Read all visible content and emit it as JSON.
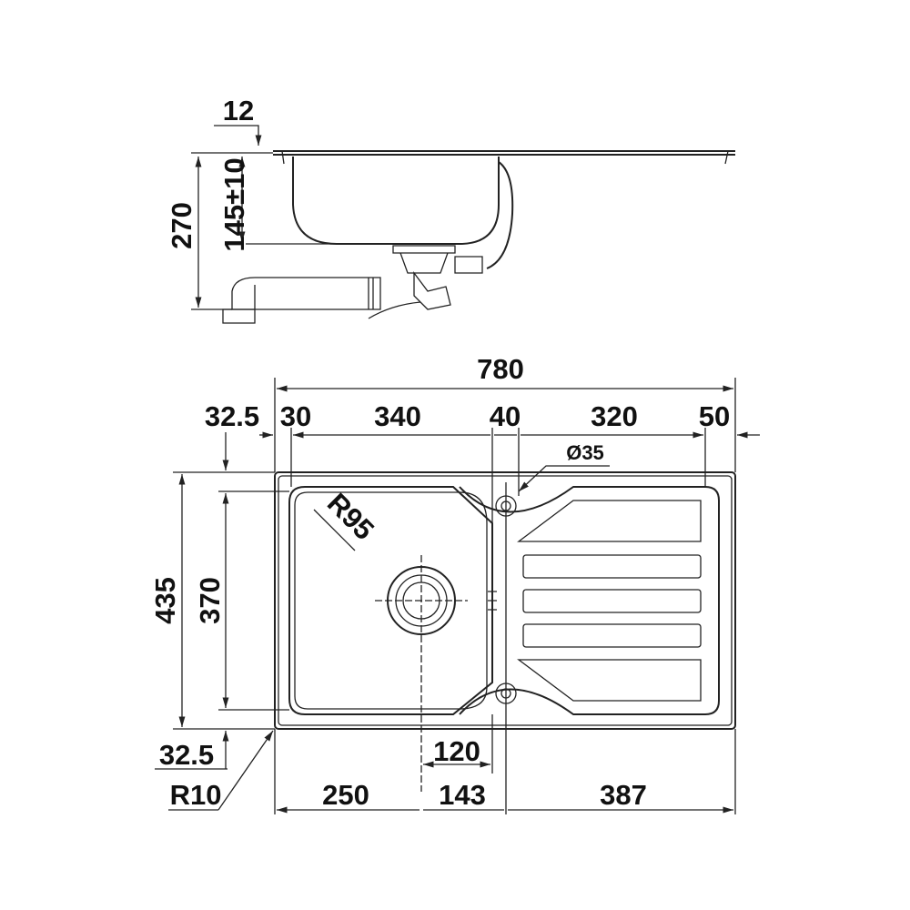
{
  "side_view": {
    "dims": {
      "rim": "12",
      "total_height": "270",
      "bowl_depth": "145±10"
    }
  },
  "top_view": {
    "dims": {
      "overall_width": "780",
      "offset_left": "32.5",
      "seg_30": "30",
      "seg_340": "340",
      "seg_40": "40",
      "seg_320": "320",
      "seg_50": "50",
      "tap_hole": "Ø35",
      "bowl_radius": "R95",
      "overall_depth": "435",
      "bowl_depth": "370",
      "offset_bottom": "32.5",
      "corner_radius": "R10",
      "drain_offset": "120",
      "seg_250": "250",
      "seg_143": "143",
      "seg_387": "387"
    }
  },
  "colors": {
    "line": "#222222",
    "background": "#ffffff"
  }
}
